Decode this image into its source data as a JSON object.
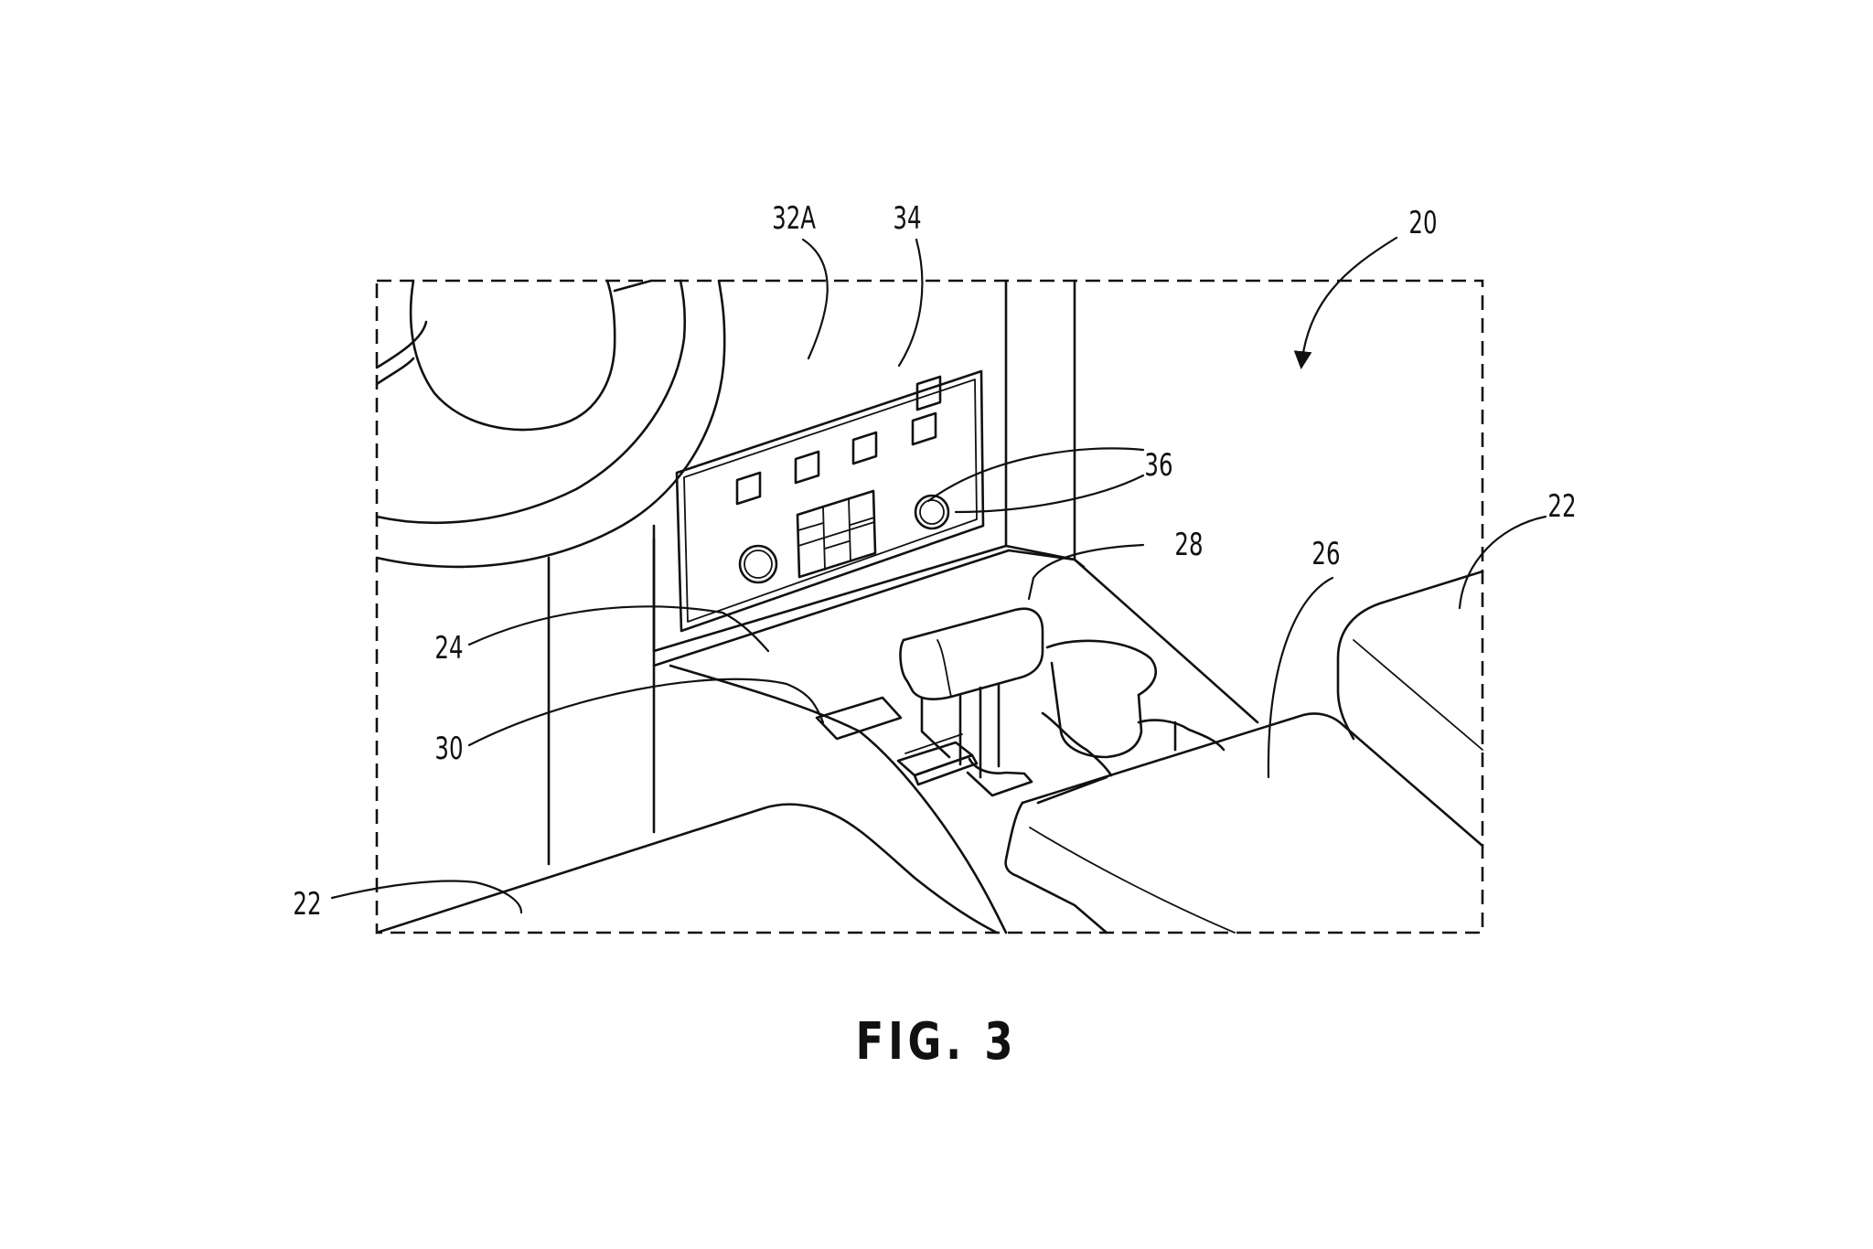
{
  "figure": {
    "caption": "FIG. 3",
    "reference_labels": {
      "interior": "20",
      "seat_left": "22",
      "seat_right": "22",
      "center_stack": "24",
      "armrest": "26",
      "shifter": "28",
      "shift_indicator": "30",
      "dashboard": "32A",
      "control_panel": "34",
      "controls": "36"
    }
  }
}
